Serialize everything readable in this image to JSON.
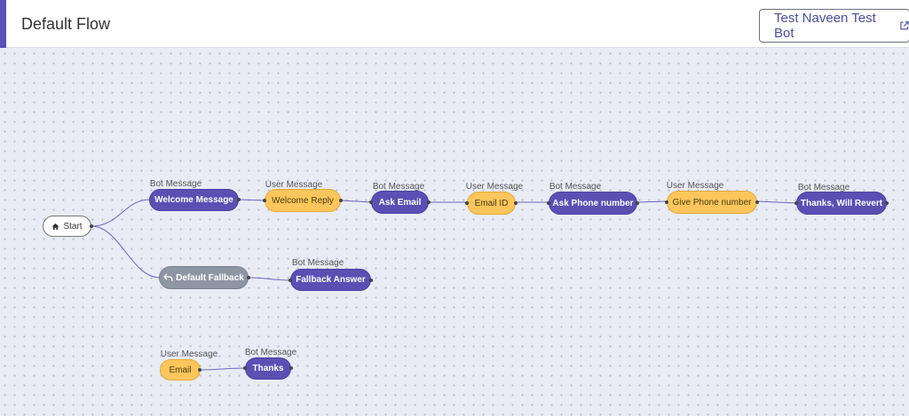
{
  "header": {
    "title": "Default Flow",
    "test_button_label": "Test Naveen Test Bot"
  },
  "flow": {
    "start_label": "Start",
    "default_fallback_label": "Default Fallback",
    "nodes": [
      {
        "type": "Bot Message",
        "text": "Welcome Message"
      },
      {
        "type": "User Message",
        "text": "Welcome Reply"
      },
      {
        "type": "Bot Message",
        "text": "Ask Email"
      },
      {
        "type": "User Message",
        "text": "Email ID"
      },
      {
        "type": "Bot Message",
        "text": "Ask Phone number"
      },
      {
        "type": "User Message",
        "text": "Give Phone number"
      },
      {
        "type": "Bot Message",
        "text": "Thanks, Will Revert"
      },
      {
        "type": "Bot Message",
        "text": "Fallback Answer"
      },
      {
        "type": "User Message",
        "text": "Email"
      },
      {
        "type": "Bot Message",
        "text": "Thanks"
      }
    ]
  },
  "colors": {
    "accent": "#5b52b5",
    "bot_node": "#5b4fb4",
    "user_node": "#fcc65c",
    "fallback_node": "#8e96a4"
  },
  "icons": {
    "start": "home-icon",
    "fallback": "undo-arrow-icon",
    "test_button": "external-link-icon"
  }
}
